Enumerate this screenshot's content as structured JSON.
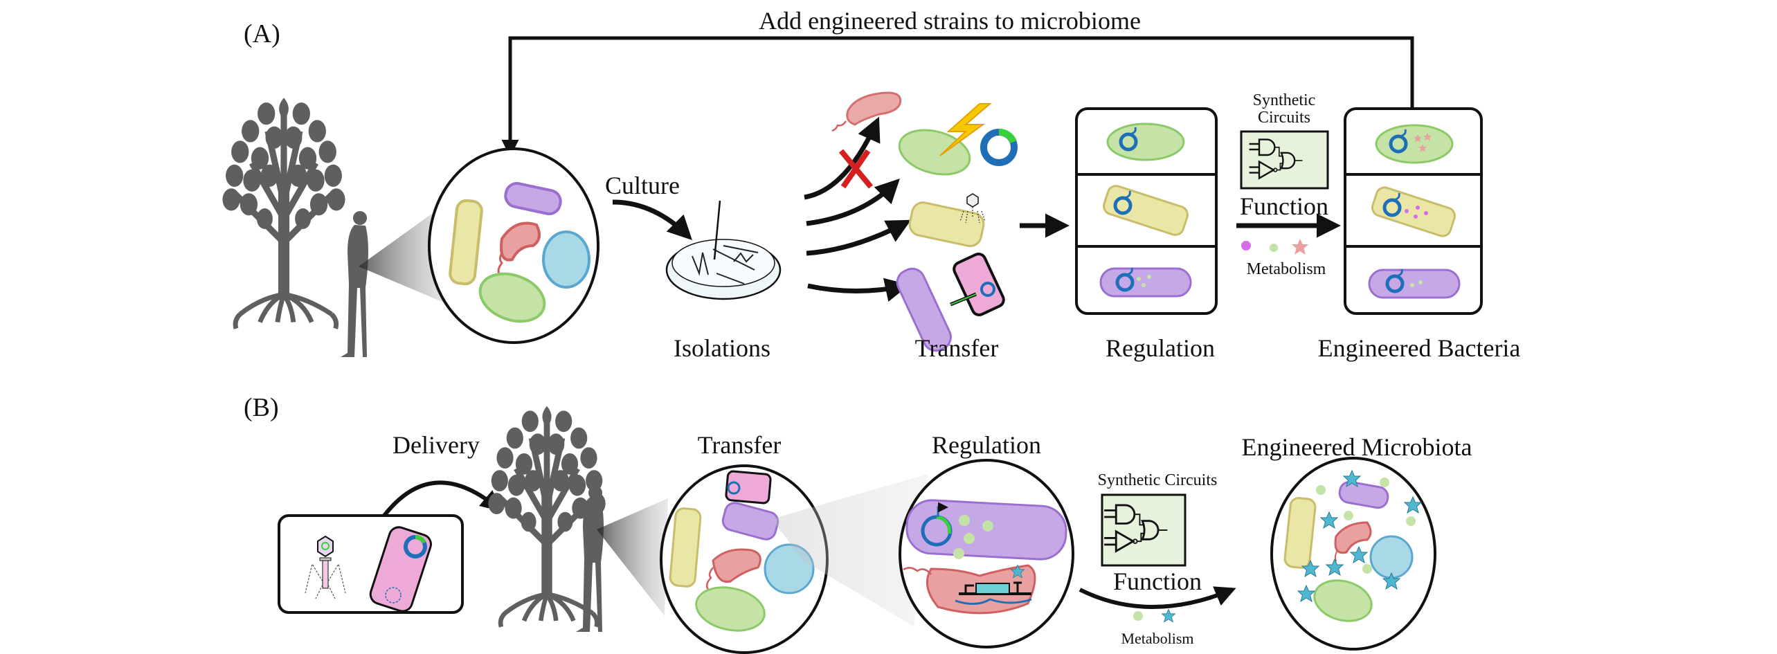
{
  "figure": {
    "panel_a": {
      "label": "(A)",
      "feedback_label": "Add engineered strains to microbiome",
      "culture_label": "Culture",
      "steps": {
        "isolations": "Isolations",
        "transfer": "Transfer",
        "regulation": "Regulation",
        "engineered": "Engineered Bacteria"
      },
      "circuit_label_line1": "Synthetic",
      "circuit_label_line2": "Circuits",
      "function_label": "Function",
      "metabolism_label": "Metabolism"
    },
    "panel_b": {
      "label": "(B)",
      "delivery_label": "Delivery",
      "transfer_label": "Transfer",
      "regulation_label": "Regulation",
      "engineered_label": "Engineered Microbiota",
      "circuit_label": "Synthetic Circuits",
      "function_label": "Function",
      "metabolism_label": "Metabolism"
    },
    "colors": {
      "green_cell": "#c5e3a6",
      "green_edge": "#8cc968",
      "yellow_cell": "#e9e6a6",
      "yellow_edge": "#c9bc6a",
      "purple_cell": "#c7a8e6",
      "purple_edge": "#9a6fd0",
      "red_cell": "#e8a0a0",
      "red_edge": "#d06060",
      "blue_cell": "#a9d8e6",
      "blue_edge": "#5aa8d0",
      "pink_cell": "#eeaad6",
      "plasmid_blue": "#1f6fb8",
      "plasmid_green": "#3ccf3c",
      "star_cyan": "#4fb8d0",
      "circuit_bg": "#e6f2dc",
      "silhouette": "#5f5f5f",
      "red_x": "#d42020",
      "bolt": "#f5c800"
    }
  }
}
